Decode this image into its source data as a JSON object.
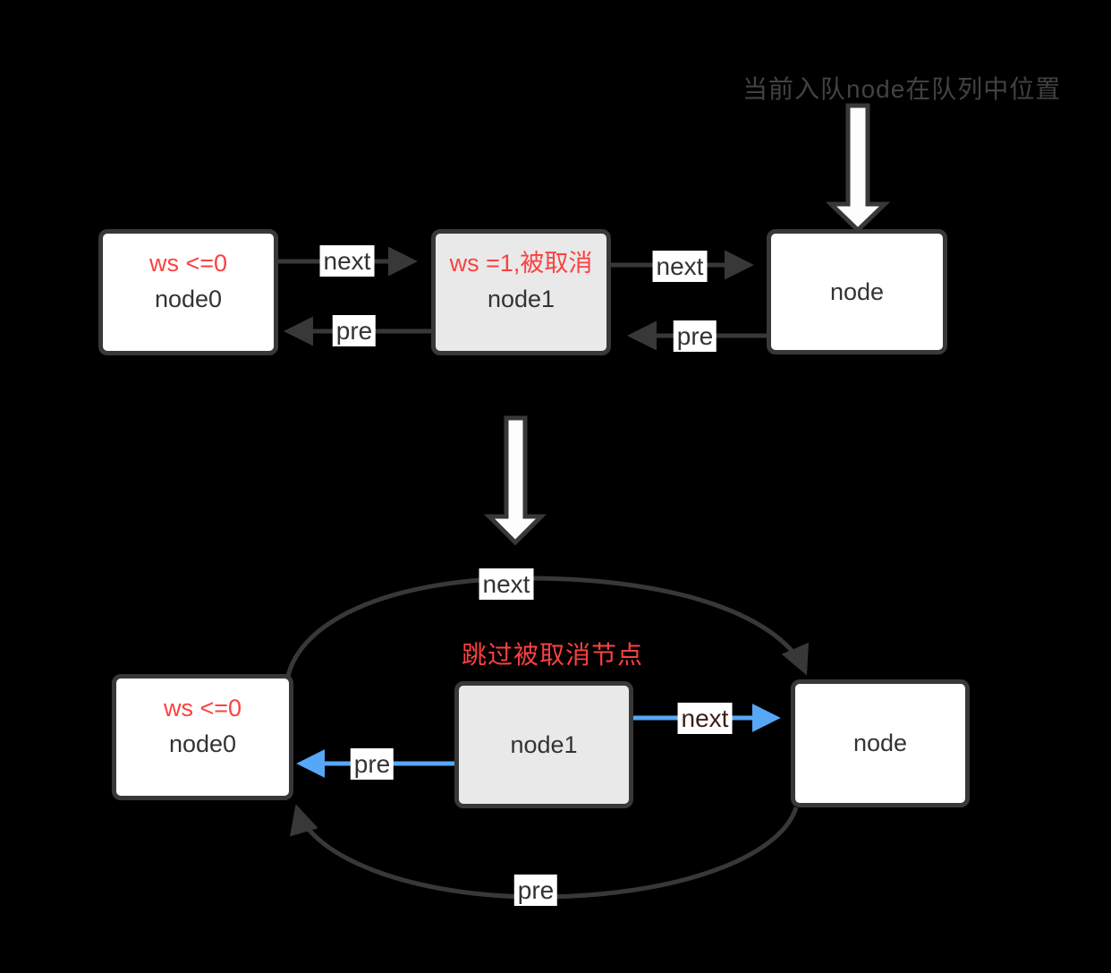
{
  "top_section": {
    "annotation": "当前入队node在队列中位置",
    "node0": {
      "status": "ws <=0",
      "name": "node0"
    },
    "node1": {
      "status": "ws =1,被取消",
      "name": "node1"
    },
    "node": {
      "name": "node"
    },
    "labels": {
      "next1": "next",
      "pre1": "pre",
      "next2": "next",
      "pre2": "pre"
    }
  },
  "bottom_section": {
    "annotation": "跳过被取消节点",
    "node0": {
      "status": "ws <=0",
      "name": "node0"
    },
    "node1": {
      "name": "node1"
    },
    "node": {
      "name": "node"
    },
    "labels": {
      "arc_next": "next",
      "next": "next",
      "pre": "pre",
      "arc_pre": "pre"
    }
  },
  "colors": {
    "background": "#000000",
    "stroke_dark": "#383838",
    "box_fill": "#ffffff",
    "cancelled_fill": "#e9e9e9",
    "text_dark": "#333333",
    "accent_red": "#fb4141",
    "accent_blue": "#57a7f7",
    "annotation_gray": "#424242"
  }
}
